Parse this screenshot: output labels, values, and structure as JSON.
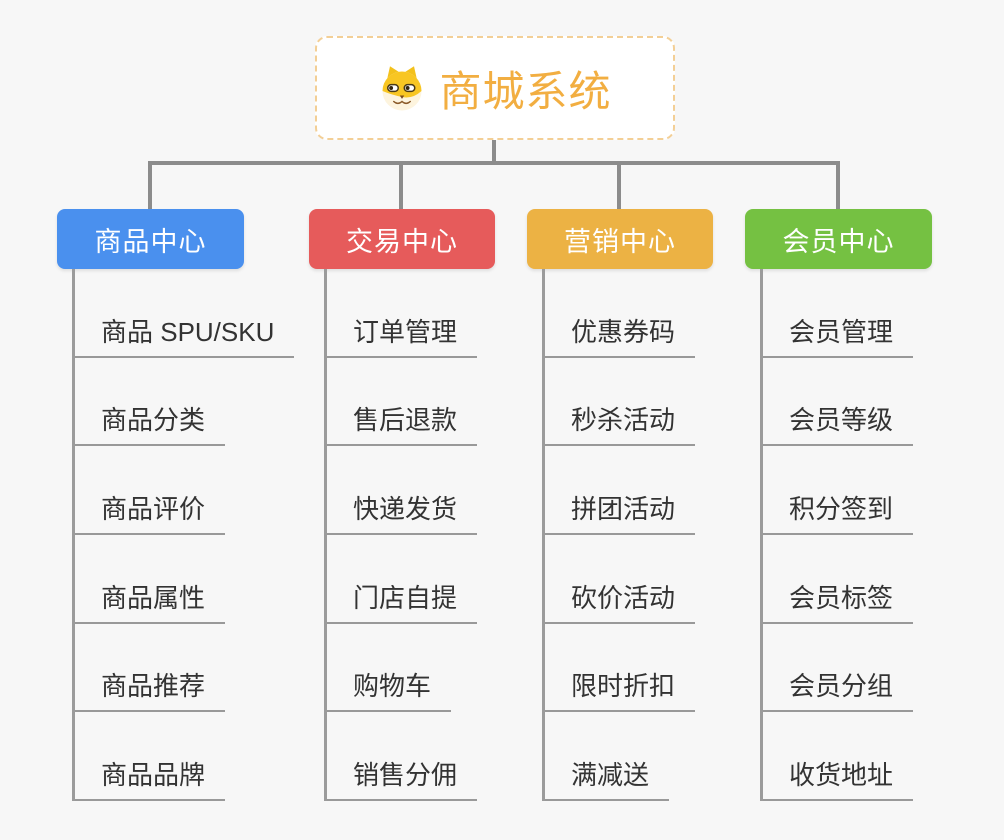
{
  "root": {
    "title": "商城系统",
    "icon": "dog-face-icon"
  },
  "branches": [
    {
      "label": "商品中心",
      "color": "#4a90ee",
      "items": [
        "商品 SPU/SKU",
        "商品分类",
        "商品评价",
        "商品属性",
        "商品推荐",
        "商品品牌"
      ]
    },
    {
      "label": "交易中心",
      "color": "#e65b5b",
      "items": [
        "订单管理",
        "售后退款",
        "快递发货",
        "门店自提",
        "购物车",
        "销售分佣"
      ]
    },
    {
      "label": "营销中心",
      "color": "#ecb244",
      "items": [
        "优惠券码",
        "秒杀活动",
        "拼团活动",
        "砍价活动",
        "限时折扣",
        "满减送"
      ]
    },
    {
      "label": "会员中心",
      "color": "#75c142",
      "items": [
        "会员管理",
        "会员等级",
        "积分签到",
        "会员标签",
        "会员分组",
        "收货地址"
      ]
    }
  ],
  "colors": {
    "background": "#f7f7f7",
    "root_accent": "#f2ae41",
    "root_border": "#f3cf96",
    "connector": "#8c8c8c",
    "leaf_text": "#333333",
    "leaf_underline": "#999999"
  }
}
